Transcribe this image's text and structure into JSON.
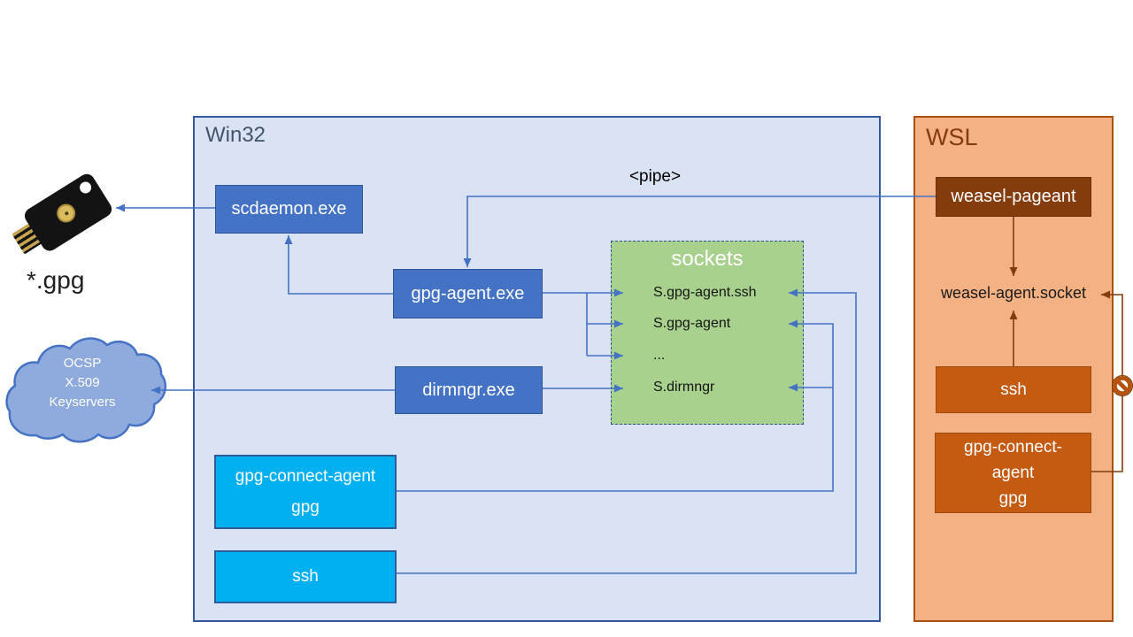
{
  "win32": {
    "label": "Win32",
    "boxes": {
      "scdaemon": "scdaemon.exe",
      "gpg_agent": "gpg-agent.exe",
      "dirmngr": "dirmngr.exe",
      "gpg_connect_agent": {
        "lines": [
          "gpg-connect-agent",
          "gpg"
        ]
      },
      "ssh": "ssh"
    },
    "sockets": {
      "title": "sockets",
      "items": [
        "S.gpg-agent.ssh",
        "S.gpg-agent",
        "...",
        "S.dirmngr"
      ]
    }
  },
  "wsl": {
    "label": "WSL",
    "boxes": {
      "weasel_pageant": "weasel-pageant",
      "ssh": "ssh",
      "gpg_connect_agent": {
        "lines": [
          "gpg-connect-",
          "agent",
          "gpg"
        ]
      }
    },
    "socket_label": "weasel-agent.socket"
  },
  "annotations": {
    "pipe": "<pipe>",
    "gpg_files": "*.gpg",
    "cloud": {
      "lines": [
        "OCSP",
        "X.509",
        "Keyservers"
      ]
    }
  },
  "icons": {
    "yubikey": "security-key-icon",
    "no_entry": "no-entry-icon",
    "cloud": "cloud-icon"
  },
  "colors": {
    "win32_fill": "#dae3f3",
    "win32_border": "#35579e",
    "wsl_fill": "#f4b183",
    "wsl_border": "#ad500f",
    "blue_box": "#4472c4",
    "cyan_box": "#00b0f0",
    "green_box": "#a9d18e",
    "orange_box": "#c55a11",
    "dark_brown_box": "#843c0c",
    "cloud_fill": "#8faadc",
    "arrow_blue": "#4472c4",
    "arrow_brown": "#843c0c"
  }
}
